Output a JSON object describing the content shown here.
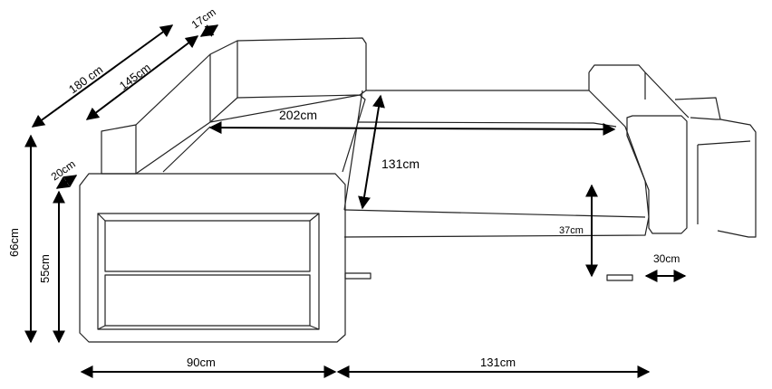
{
  "diagram": {
    "dimensions": {
      "total_depth": "180 cm",
      "seat_depth": "145cm",
      "back_thickness": "17cm",
      "arm_width": "20cm",
      "total_height": "66cm",
      "arm_height": "55cm",
      "bed_length": "202cm",
      "bed_width": "131cm",
      "seat_height": "37cm",
      "chaise_arm_width": "30cm",
      "base_left_width": "90cm",
      "base_right_width": "131cm"
    }
  },
  "colors": {
    "line": "#222222",
    "arrow": "#000000",
    "background": "#ffffff"
  }
}
